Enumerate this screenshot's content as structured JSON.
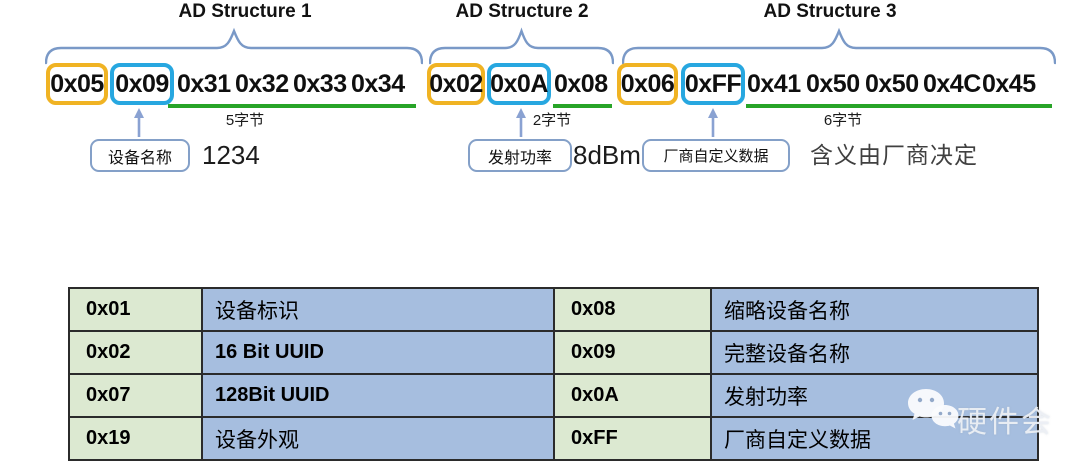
{
  "diagram": {
    "structures": [
      {
        "label": "AD Structure 1",
        "length_byte": "0x05",
        "type_byte": "0x09",
        "payload_bytes": [
          "0x31",
          "0x32",
          "0x33",
          "0x34"
        ],
        "byte_count": "5字节",
        "type_name": "设备名称",
        "value": "1234"
      },
      {
        "label": "AD Structure 2",
        "length_byte": "0x02",
        "type_byte": "0x0A",
        "payload_bytes": [
          "0x08"
        ],
        "byte_count": "2字节",
        "type_name": "发射功率",
        "value": "8dBm"
      },
      {
        "label": "AD Structure 3",
        "length_byte": "0x06",
        "type_byte": "0xFF",
        "payload_bytes": [
          "0x41",
          "0x50",
          "0x50",
          "0x4C",
          "0x45"
        ],
        "byte_count": "6字节",
        "type_name": "厂商自定义数据",
        "value": "含义由厂商决定"
      }
    ],
    "colors": {
      "length_box": "#F0B323",
      "type_box": "#27A7E0",
      "payload_underline": "#28A428",
      "brace": "#7A99C7",
      "arrow": "#8AA2D2"
    }
  },
  "table": {
    "rows": [
      [
        "0x01",
        "设备标识",
        "0x08",
        "缩略设备名称"
      ],
      [
        "0x02",
        "16 Bit UUID",
        "0x09",
        "完整设备名称"
      ],
      [
        "0x07",
        "128Bit UUID",
        "0x0A",
        "发射功率"
      ],
      [
        "0x19",
        "设备外观",
        "0xFF",
        "厂商自定义数据"
      ]
    ],
    "colors": {
      "code_cell": "#DCE9D1",
      "desc_cell": "#A6BEDF"
    }
  },
  "watermark": {
    "text": "硬件会",
    "icon": "wechat-icon"
  }
}
